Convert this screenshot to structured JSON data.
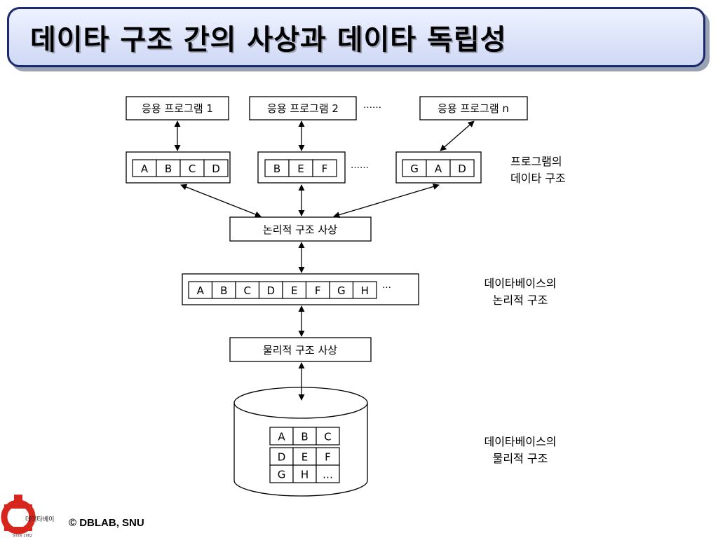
{
  "title": "데이타 구조 간의 사상과 데이타 독립성",
  "programs": [
    "응용 프로그램 1",
    "응용 프로그램 2",
    "응용 프로그램 n"
  ],
  "program_structs": [
    {
      "cells": [
        "A",
        "B",
        "C",
        "D"
      ]
    },
    {
      "cells": [
        "B",
        "E",
        "F"
      ]
    },
    {
      "cells": [
        "G",
        "A",
        "D"
      ]
    }
  ],
  "ellipsis_top": "……",
  "ellipsis_mid": "……",
  "label_program_struct": [
    "프로그램의",
    "데이타 구조"
  ],
  "logical_mapping": "논리적 구조 사상",
  "db_logical_cells": [
    "A",
    "B",
    "C",
    "D",
    "E",
    "F",
    "G",
    "H"
  ],
  "db_logical_ellipsis": "…",
  "label_db_logical": [
    "데이타베이스의",
    "논리적 구조"
  ],
  "physical_mapping": "물리적 구조 사상",
  "storage_grid": [
    [
      "A",
      "B",
      "C"
    ],
    [
      "D",
      "E",
      "F"
    ],
    [
      "G",
      "H",
      "…"
    ]
  ],
  "label_db_physical": [
    "데이타베이스의",
    "물리적 구조"
  ],
  "footer": "© DBLAB, SNU",
  "logo_text": "데이타베이스",
  "logo_since": "Since 1982"
}
